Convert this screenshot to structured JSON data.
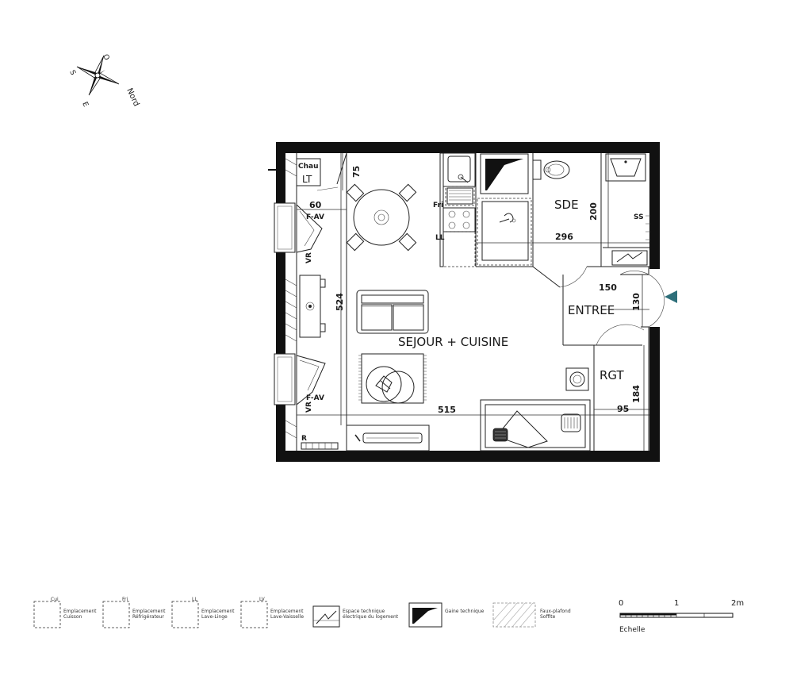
{
  "compass": {
    "north": "Nord",
    "south": "S",
    "east": "E",
    "west": "O"
  },
  "rooms": {
    "sejour": "SEJOUR + CUISINE",
    "sde": "SDE",
    "entree": "ENTREE",
    "rgt": "RGT"
  },
  "labels": {
    "chau": "Chau",
    "lt": "LT",
    "fri": "Fri",
    "ll": "LL",
    "ss": "SS",
    "fav_top": "F-AV",
    "fav_bottom": "F-AV",
    "vr_top": "VR",
    "vr_bottom": "VR",
    "r": "R"
  },
  "dimensions": {
    "d75": "75",
    "d60": "60",
    "d524": "524",
    "d200": "200",
    "d296": "296",
    "d150": "150",
    "d130": "130",
    "d515": "515",
    "d184": "184",
    "d95": "95"
  },
  "legend": [
    {
      "code": "Cui",
      "line1": "Emplacement",
      "line2": "Cuisson"
    },
    {
      "code": "Fri",
      "line1": "Emplacement",
      "line2": "Réfrigérateur"
    },
    {
      "code": "LL",
      "line1": "Emplacement",
      "line2": "Lave-Linge"
    },
    {
      "code": "LV",
      "line1": "Emplacement",
      "line2": "Lave-Vaisselle"
    },
    {
      "code": "",
      "line1": "Espace technique",
      "line2": "électrique du logement"
    },
    {
      "code": "",
      "line1": "Gaine technique",
      "line2": ""
    },
    {
      "code": "",
      "line1": "Faux-plafond",
      "line2": "Soffite"
    }
  ],
  "scale": {
    "t0": "0",
    "t1": "1",
    "t2": "2m",
    "caption": "Echelle"
  },
  "colors": {
    "wall": "#111111",
    "entry_arrow": "#2e6f7a"
  }
}
